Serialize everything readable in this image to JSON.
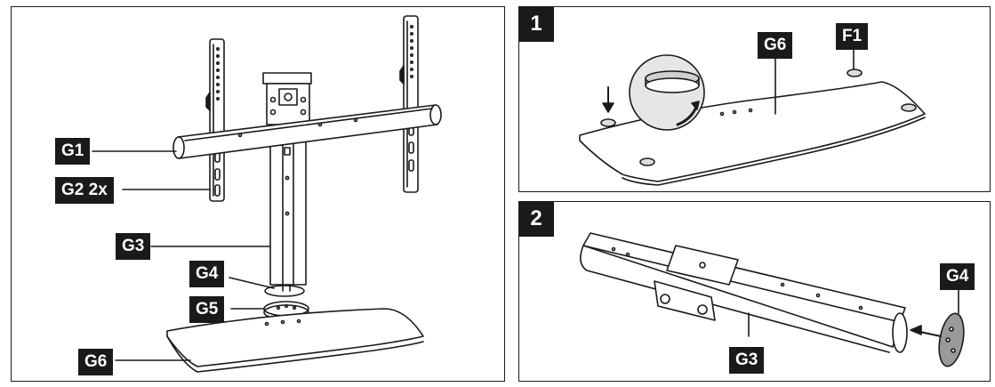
{
  "overview": {
    "labels": [
      "G1",
      "G2 2x",
      "G3",
      "G4",
      "G5",
      "G6"
    ]
  },
  "step1": {
    "number": "1",
    "labels": [
      "G6",
      "F1"
    ]
  },
  "step2": {
    "number": "2",
    "labels": [
      "G4",
      "G3"
    ]
  },
  "colors": {
    "ink": "#1a1a1a",
    "label_bg": "#1a1a1a",
    "label_text": "#ffffff"
  }
}
